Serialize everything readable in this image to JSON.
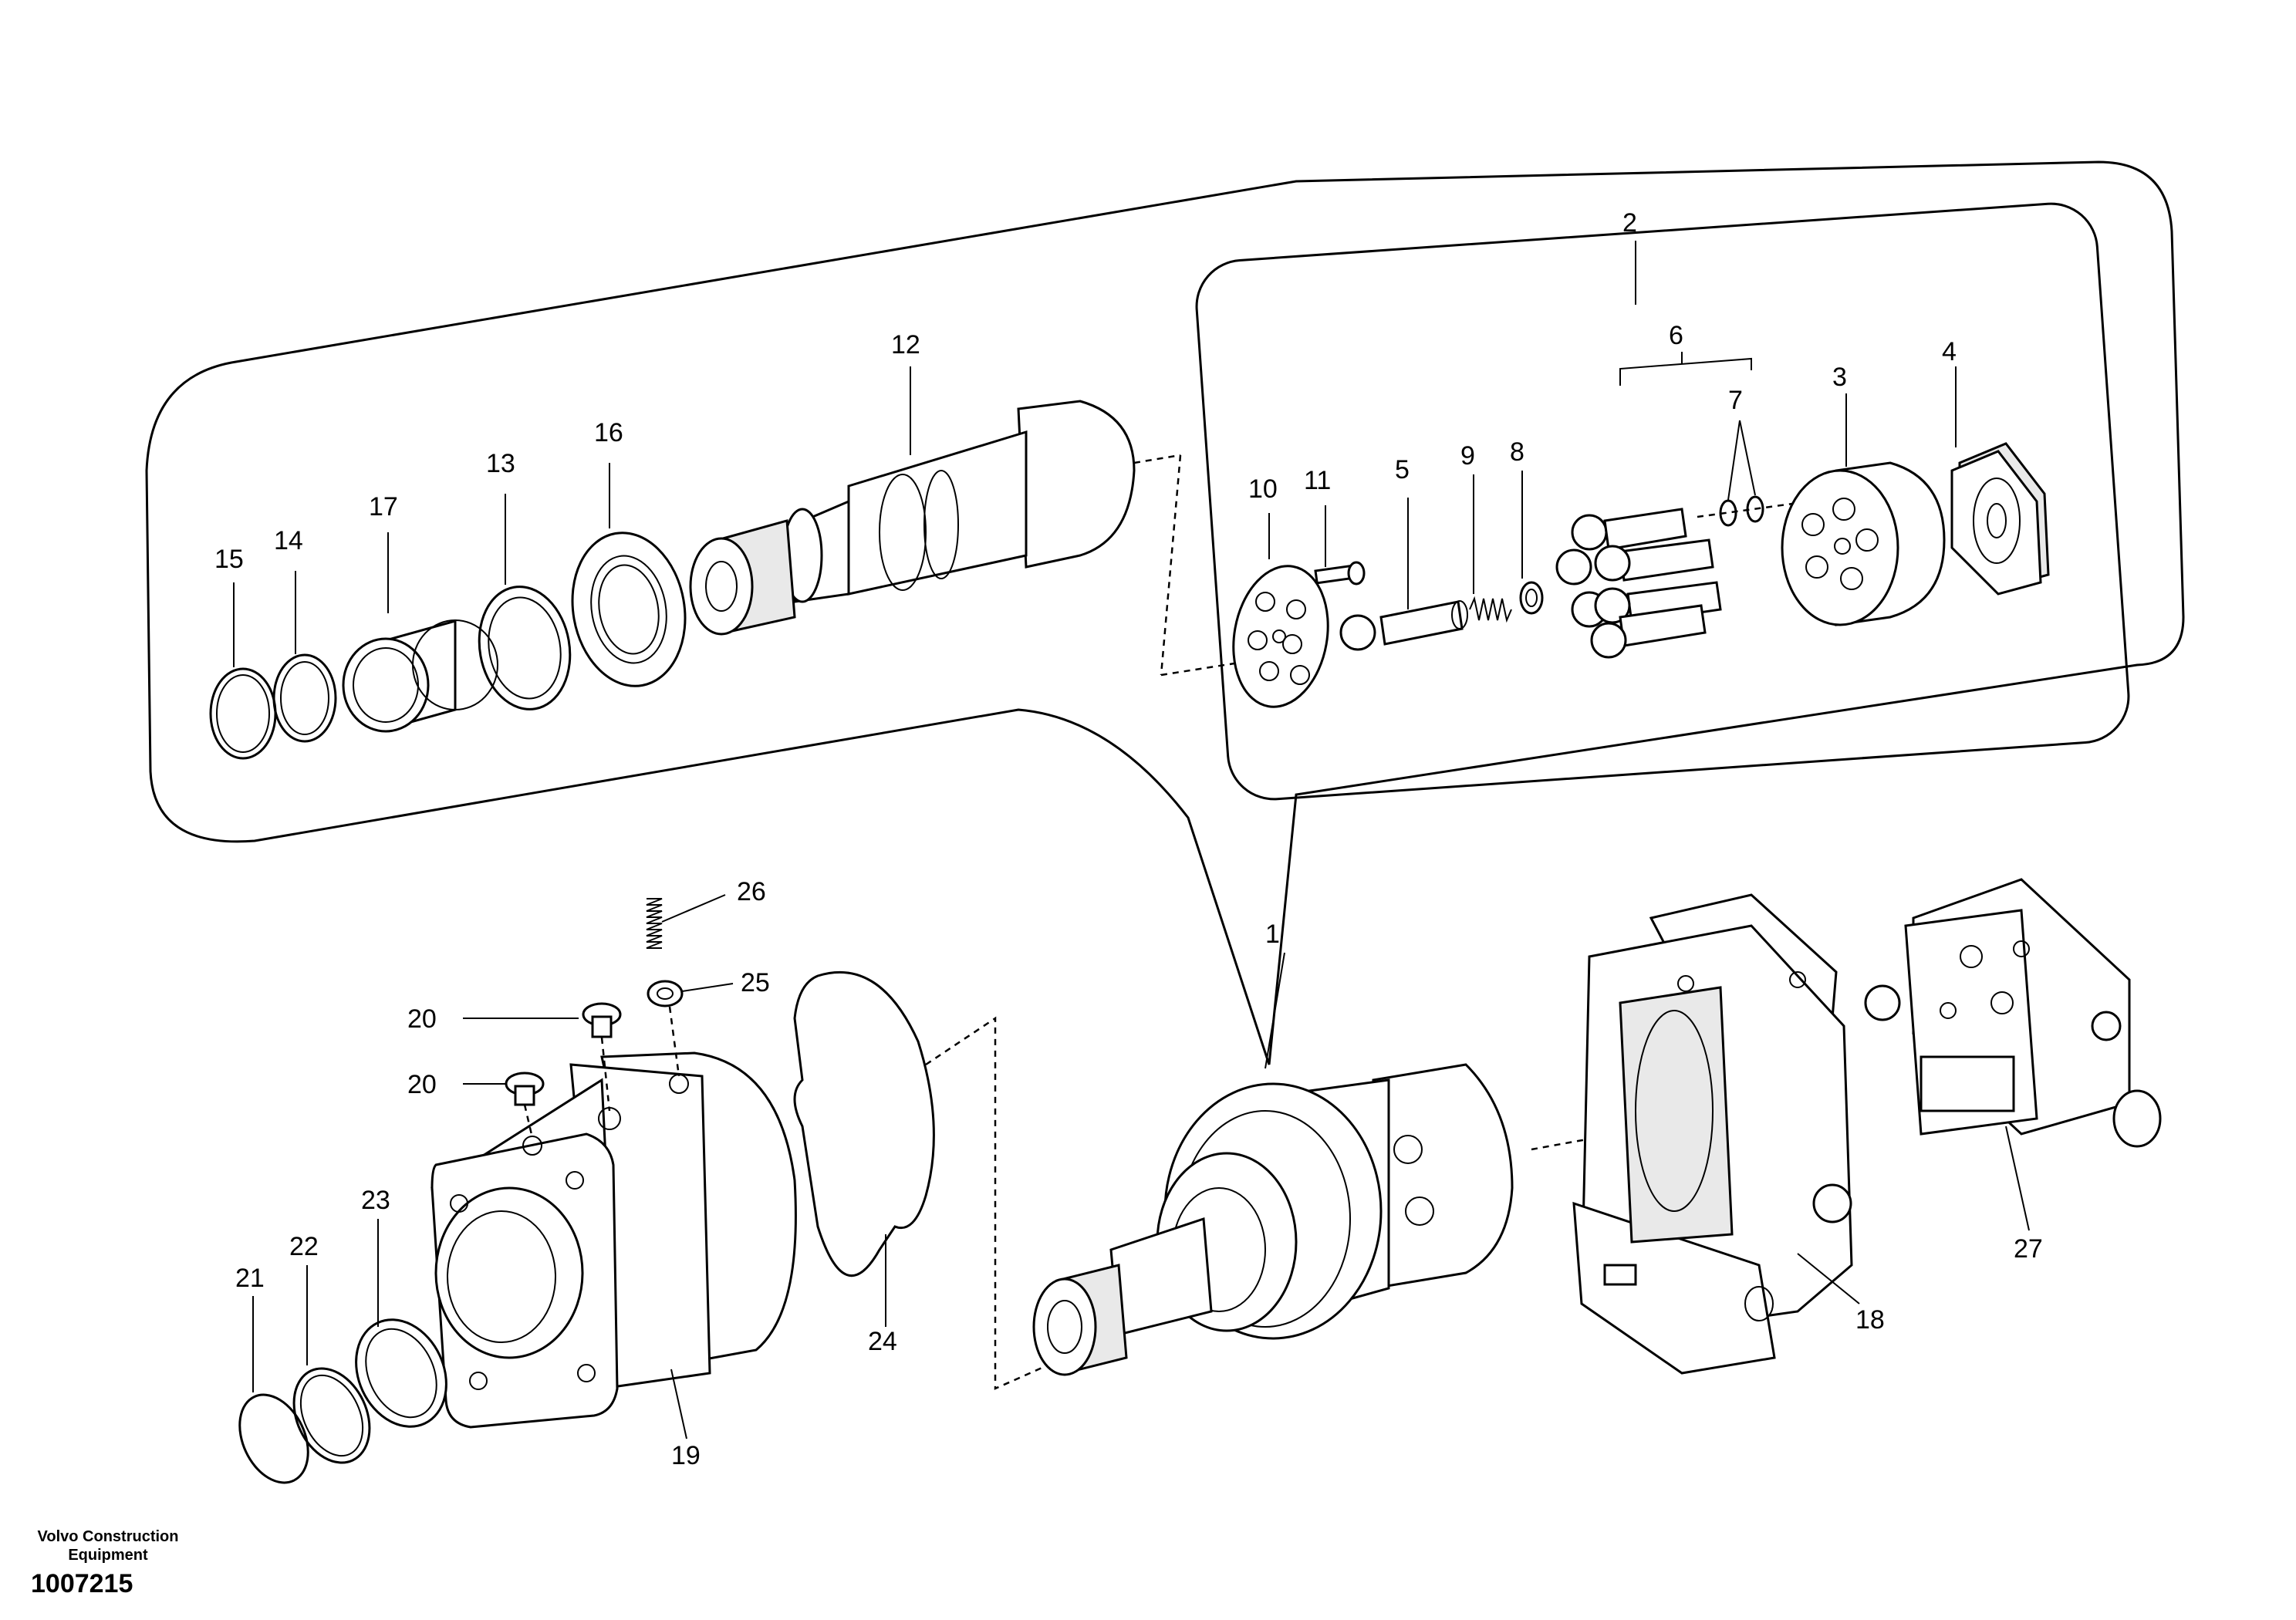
{
  "diagram": {
    "callouts": [
      "1",
      "2",
      "3",
      "4",
      "5",
      "6",
      "7",
      "8",
      "9",
      "10",
      "11",
      "12",
      "13",
      "14",
      "15",
      "16",
      "17",
      "18",
      "19",
      "20",
      "20",
      "21",
      "22",
      "23",
      "24",
      "25",
      "26",
      "27"
    ]
  },
  "caption": {
    "org_line1": "Volvo Construction",
    "org_line2": "Equipment",
    "drawing_id": "1007215"
  }
}
